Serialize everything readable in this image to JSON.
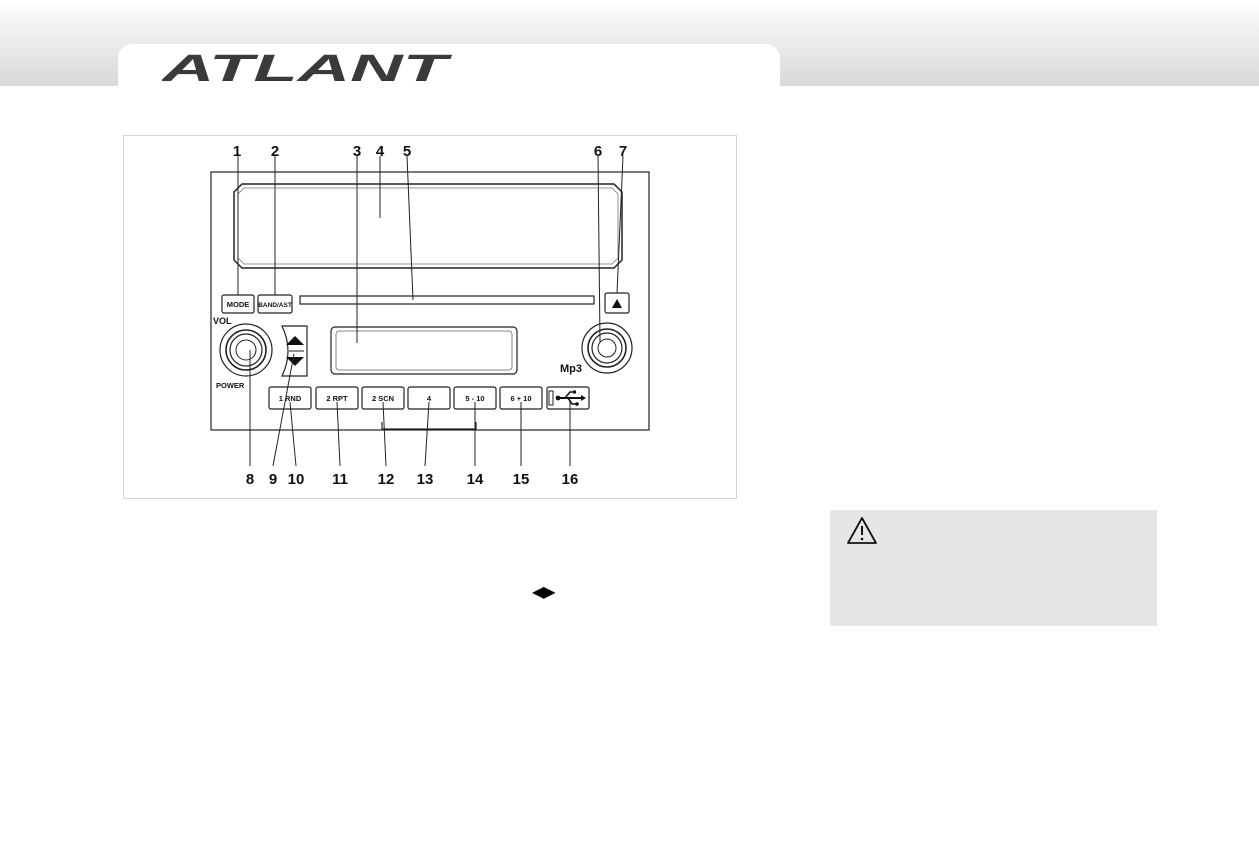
{
  "header": {
    "brand": "ATLANT"
  },
  "figure": {
    "callouts": [
      "1",
      "2",
      "3",
      "4",
      "5",
      "6",
      "7",
      "8",
      "9",
      "10",
      "11",
      "12",
      "13",
      "14",
      "15",
      "16"
    ],
    "panel_labels": {
      "mode": "MODE",
      "band": "BAND/AST",
      "vol": "VOL",
      "power": "POWER",
      "mp3": "Mp3",
      "btn1": "1 RND",
      "btn2": "2  RPT",
      "btn3": "2  SCN",
      "btn4": "4",
      "btn5": "5 - 10",
      "btn6": "6 + 10"
    },
    "icons": [
      "eject-icon",
      "up-arrow-icon",
      "down-arrow-icon",
      "usb-icon"
    ]
  },
  "body": {
    "nav_arrows": "◀▶"
  },
  "warning": {
    "icon": "warning-triangle-icon"
  }
}
